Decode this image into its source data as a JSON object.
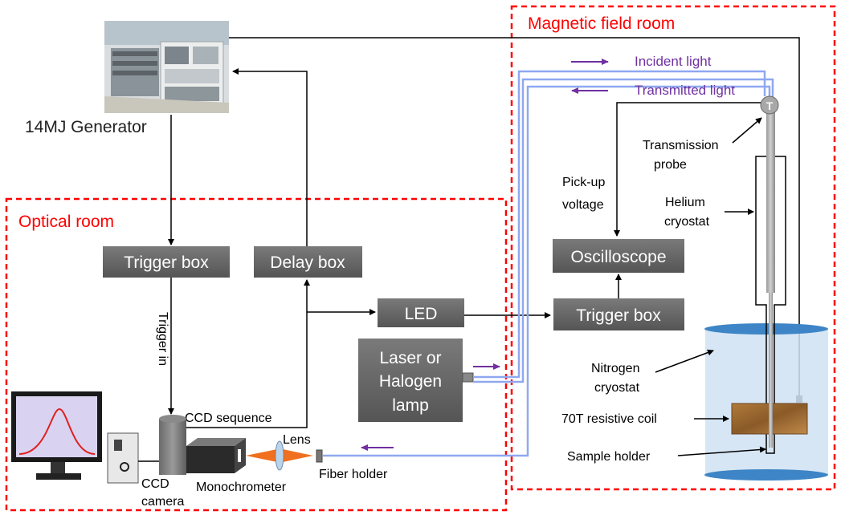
{
  "rooms": {
    "optical": "Optical room",
    "magnetic": "Magnetic field room"
  },
  "boxes": {
    "trigger_box_left": "Trigger box",
    "delay_box": "Delay box",
    "led": "LED",
    "laser_line1": "Laser or",
    "laser_line2": "Halogen",
    "laser_line3": "lamp",
    "oscilloscope": "Oscilloscope",
    "trigger_box_right": "Trigger box"
  },
  "labels": {
    "generator": "14MJ Generator",
    "trigger_in": "Trigger in",
    "ccd_sequence": "CCD sequence",
    "ccd_camera_line1": "CCD",
    "ccd_camera_line2": "camera",
    "monochromator": "Monochrometer",
    "lens": "Lens",
    "fiber_holder": "Fiber holder",
    "incident_light": "Incident light",
    "transmitted_light": "Transmitted light",
    "probe_symbol": "T",
    "transmission_probe_line1": "Transmission",
    "transmission_probe_line2": "probe",
    "pickup_line1": "Pick-up",
    "pickup_line2": "voltage",
    "helium_line1": "Helium",
    "helium_line2": "cryostat",
    "nitrogen_line1": "Nitrogen",
    "nitrogen_line2": "cryostat",
    "coil": "70T resistive coil",
    "sample_holder": "Sample holder"
  },
  "colors": {
    "room_border": "#ff0000",
    "box_fill": "#666666",
    "fiber": "#8fa8f0",
    "light_arrow": "#7030a0",
    "cryostat": "#cfe2f3",
    "cryostat_band": "#3d85c6"
  },
  "icons": {
    "generator": "generator-photo",
    "computer": "computer-monitor-icon",
    "camera": "ccd-camera-icon",
    "lens": "lens-icon"
  }
}
